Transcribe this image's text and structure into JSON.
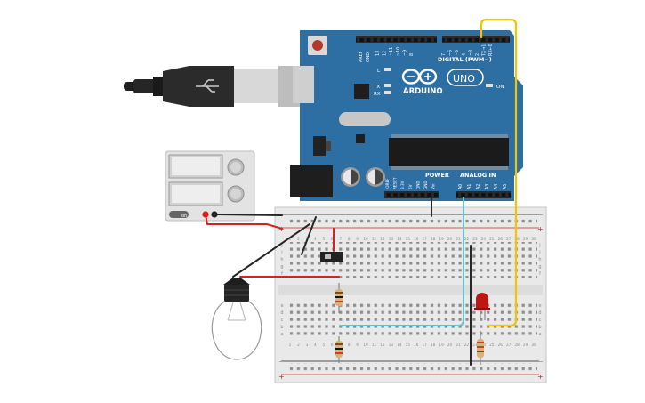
{
  "arduino": {
    "brand_label": "ARDUINO",
    "model_label": "UNO",
    "digital_label": "DIGITAL (PWM~)",
    "power_label": "POWER",
    "analog_label": "ANALOG IN",
    "on_label": "ON",
    "led_l_label": "L",
    "led_tx_label": "TX",
    "led_rx_label": "RX",
    "aref_label": "AREF",
    "gnd_top_label": "GND",
    "digital_pins": [
      "13",
      "12",
      "~11",
      "~10",
      "~9",
      "8",
      "7",
      "~6",
      "~5",
      "4",
      "~3",
      "2",
      "TX→1",
      "RX←0"
    ],
    "power_pins": [
      "IOREF",
      "RESET",
      "3.3V",
      "5V",
      "GND",
      "GND",
      "Vin"
    ],
    "analog_pins": [
      "A0",
      "A1",
      "A2",
      "A3",
      "A4",
      "A5"
    ]
  },
  "breadboard": {
    "column_numbers": [
      "1",
      "2",
      "3",
      "4",
      "5",
      "6",
      "7",
      "8",
      "9",
      "10",
      "11",
      "12",
      "13",
      "14",
      "15",
      "16",
      "17",
      "18",
      "19",
      "20",
      "21",
      "22",
      "23",
      "24",
      "25",
      "26",
      "27",
      "28",
      "29",
      "30"
    ],
    "row_letters_top": [
      "j",
      "i",
      "h",
      "g",
      "f"
    ],
    "row_letters_bottom": [
      "e",
      "d",
      "c",
      "b",
      "a"
    ],
    "rail_plus": "+",
    "rail_minus": "−"
  },
  "power_supply": {
    "switch_label": "on"
  },
  "colors": {
    "arduino_blue": "#2d6ea3",
    "wire_yellow": "#f2c500",
    "wire_cyan": "#5fc4d6",
    "wire_red": "#d92020",
    "wire_black": "#262626",
    "led_red": "#c01515"
  }
}
